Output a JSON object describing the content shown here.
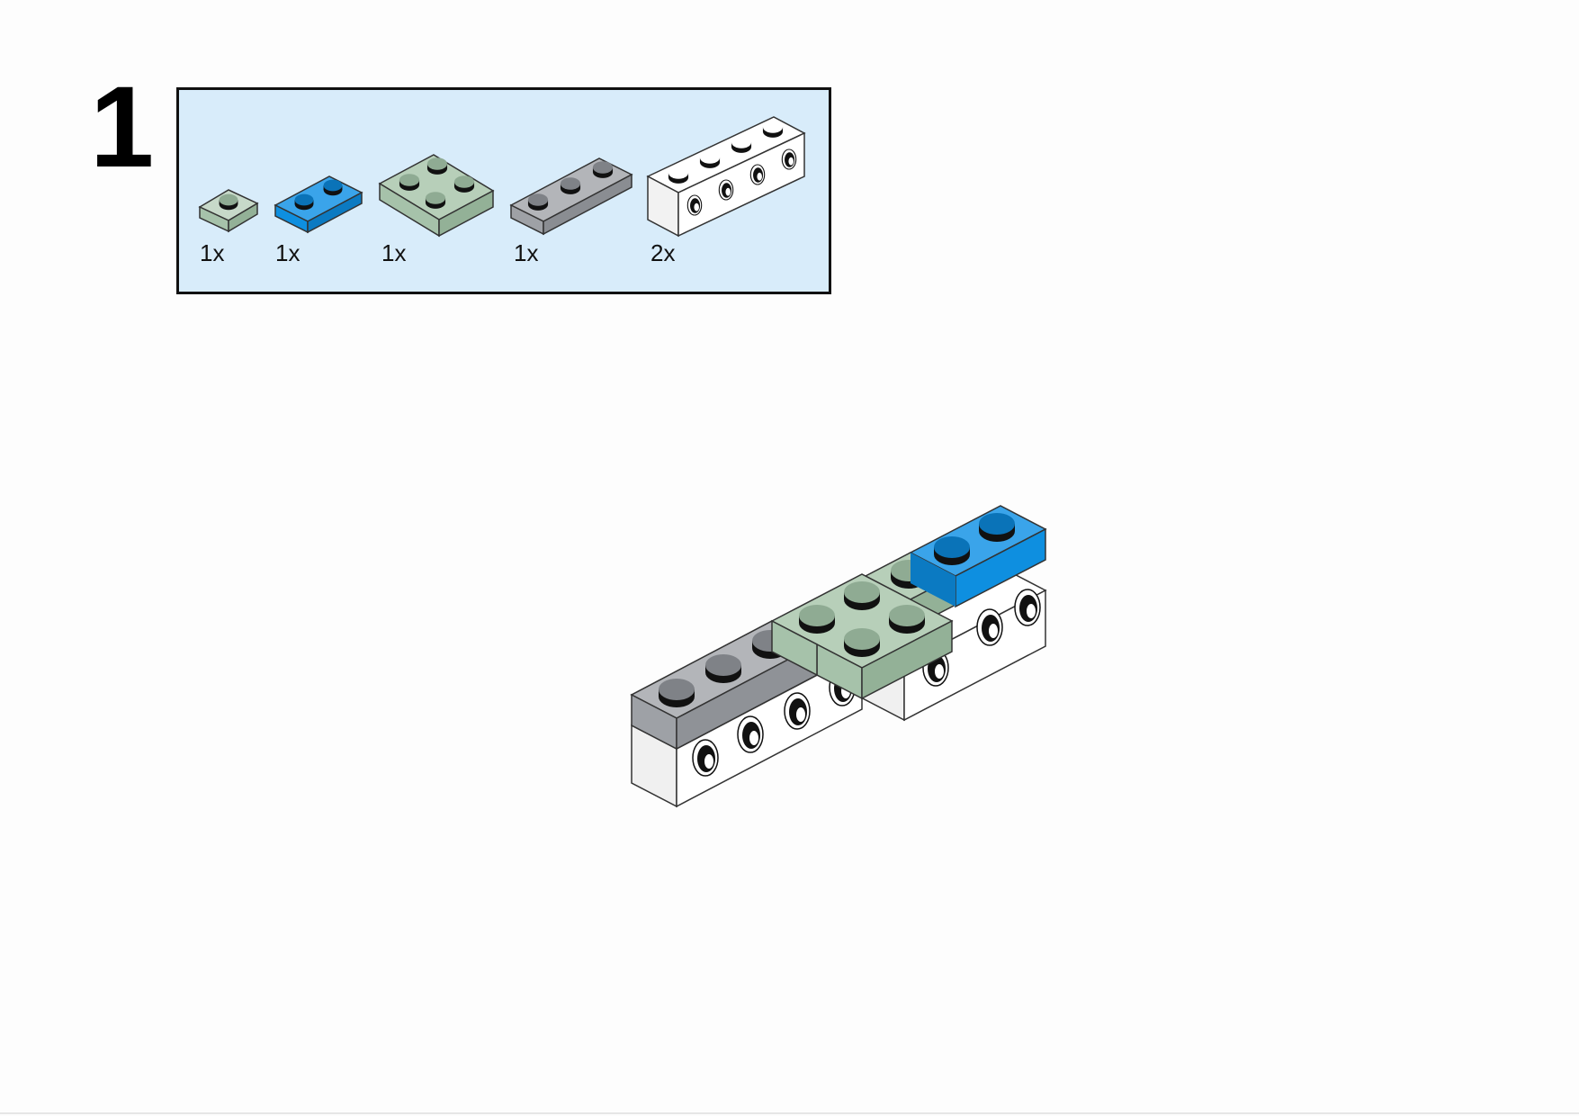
{
  "step": {
    "number": "1"
  },
  "parts": [
    {
      "id": "plate-1x1",
      "color": "#a6c2aa",
      "qty": "1x"
    },
    {
      "id": "plate-1x2",
      "color": "#0e8fe0",
      "qty": "1x"
    },
    {
      "id": "plate-2x2",
      "color": "#a6c2aa",
      "qty": "1x"
    },
    {
      "id": "plate-1x3",
      "color": "#9ea1a6",
      "qty": "1x"
    },
    {
      "id": "technic-brick-1x4",
      "color": "#ffffff",
      "qty": "2x"
    }
  ],
  "colors": {
    "panel_background": "#d8ecfa",
    "sand_green": "#a6c2aa",
    "blue": "#0e8fe0",
    "gray": "#9ea1a6",
    "white": "#ffffff"
  }
}
